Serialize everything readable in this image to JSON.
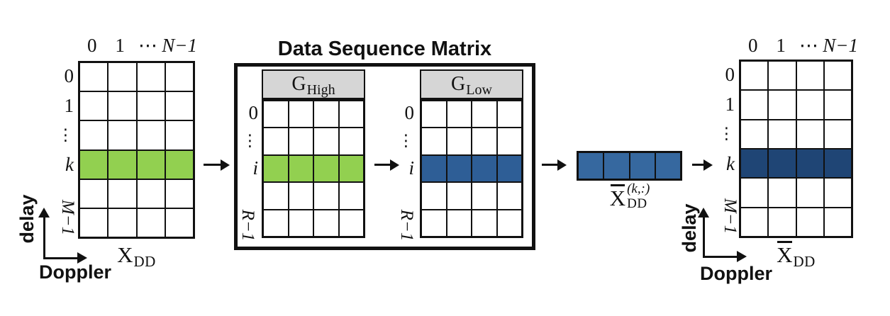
{
  "colors": {
    "green": "#92d050",
    "blue": "#2e5e96",
    "vector_blue": "#36689f",
    "navy": "#1f4575",
    "header_gray": "#d6d6d6"
  },
  "dsm_box": {
    "title": "Data Sequence Matrix"
  },
  "axes": {
    "delay": "delay",
    "doppler": "Doppler"
  },
  "left_matrix": {
    "grid": {
      "rows": 6,
      "cols": 4,
      "highlight_row": 3,
      "highlight_color": "green"
    },
    "col_labels": [
      "0",
      "1",
      "⋯",
      "N−1"
    ],
    "row_labels": [
      "0",
      "1",
      "⋮",
      "k"
    ],
    "rotated_label": "M−1",
    "caption": {
      "base": "X",
      "sub": "DD"
    }
  },
  "g_high": {
    "header": {
      "base": "G",
      "sub": "High"
    },
    "grid": {
      "rows": 5,
      "cols": 4,
      "highlight_row": 2,
      "highlight_color": "green"
    },
    "row_labels": [
      "0",
      "⋮",
      "i"
    ],
    "rotated_label": "R−1"
  },
  "g_low": {
    "header": {
      "base": "G",
      "sub": "Low"
    },
    "grid": {
      "rows": 5,
      "cols": 4,
      "highlight_row": 2,
      "highlight_color": "blue"
    },
    "row_labels": [
      "0",
      "⋮",
      "i"
    ],
    "rotated_label": "R−1"
  },
  "vector": {
    "grid": {
      "rows": 1,
      "cols": 4,
      "highlight_row": 0,
      "highlight_color": "vector_blue"
    },
    "caption": {
      "base": "X",
      "sup": "(k,:)",
      "sub": "DD"
    }
  },
  "right_matrix": {
    "grid": {
      "rows": 6,
      "cols": 4,
      "highlight_row": 3,
      "highlight_color": "navy"
    },
    "col_labels": [
      "0",
      "1",
      "⋯",
      "N−1"
    ],
    "row_labels": [
      "0",
      "1",
      "⋮",
      "k"
    ],
    "rotated_label": "M−1",
    "caption": {
      "base": "X",
      "sub": "DD"
    }
  }
}
